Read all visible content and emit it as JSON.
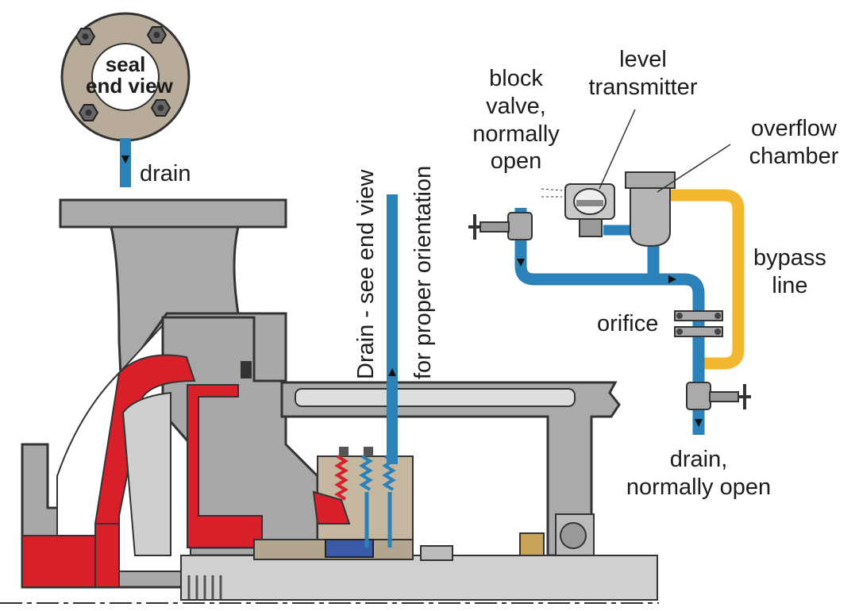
{
  "seal_end_view": {
    "line1": "seal",
    "line2": "end view"
  },
  "labels": {
    "drain_top": "drain",
    "vertical_line1": "Drain - see end view",
    "vertical_line2": "for proper orientation",
    "block_valve": [
      "block",
      "valve,",
      "normally",
      "open"
    ],
    "level_transmitter": [
      "level",
      "transmitter"
    ],
    "overflow_chamber": [
      "overflow",
      "chamber"
    ],
    "bypass_line": [
      "bypass",
      "line"
    ],
    "orifice": "orifice",
    "drain_bottom": [
      "drain,",
      "normally open"
    ]
  },
  "colors": {
    "pipe_blue": "#2a82b8",
    "bypass_yellow": "#f3b72f",
    "metal_gray": "#a8a8a8",
    "metal_dark": "#5a5a5a",
    "impeller_red": "#d9202a",
    "seal_tan": "#c6b8a0",
    "gland_blue": "#3a5aa8"
  },
  "icons": [
    "bolt-icon",
    "arrow-down-icon",
    "arrow-up-icon",
    "valve-handle-icon",
    "spring-icon"
  ]
}
